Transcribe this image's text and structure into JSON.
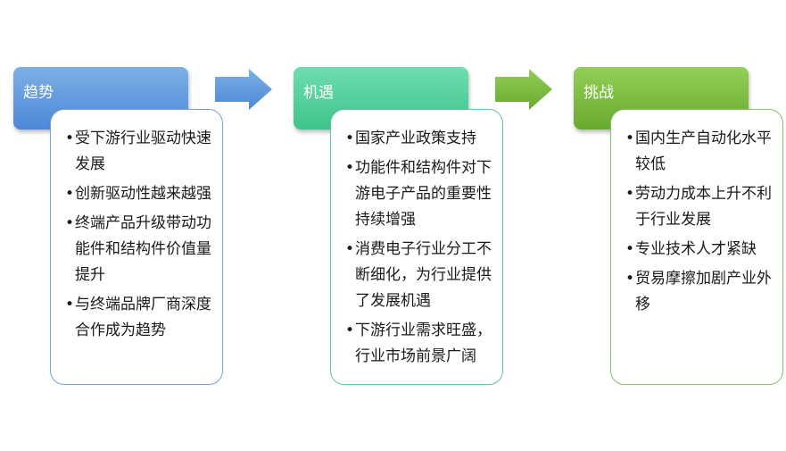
{
  "columns": [
    {
      "id": "trend",
      "title": "趋势",
      "color": "#4b88d6",
      "items": [
        "受下游行业驱动快速发展",
        "创新驱动性越来越强",
        "终端产品升级带动功能件和结构件价值量提升",
        "与终端品牌厂商深度合作成为趋势"
      ]
    },
    {
      "id": "opportunity",
      "title": "机遇",
      "color": "#3ec48a",
      "items": [
        "国家产业政策支持",
        "功能件和结构件对下游电子产品的重要性持续增强",
        "消费电子行业分工不断细化，为行业提供了发展机遇",
        "下游行业需求旺盛，行业市场前景广阔"
      ]
    },
    {
      "id": "challenge",
      "title": "挑战",
      "color": "#68aa2e",
      "items": [
        "国内生产自动化水平较低",
        "劳动力成本上升不利于行业发展",
        "专业技术人才紧缺",
        "贸易摩擦加剧产业外移"
      ]
    }
  ],
  "arrows": [
    {
      "color_top": "#7eb0e6",
      "color_bottom": "#4b88d6"
    },
    {
      "color_top": "#93cf58",
      "color_bottom": "#68aa2e"
    }
  ]
}
